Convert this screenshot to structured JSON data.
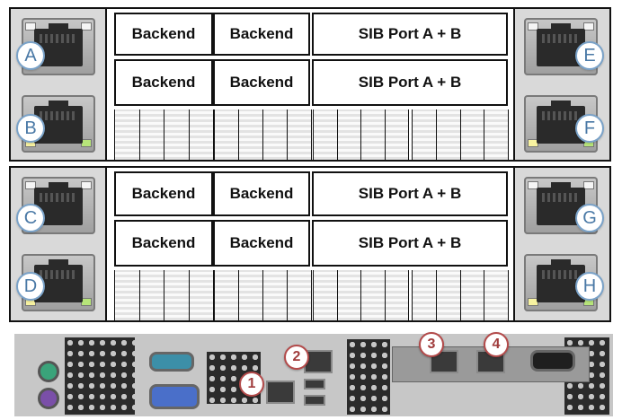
{
  "ports": {
    "left": [
      "A",
      "B",
      "C",
      "D"
    ],
    "right": [
      "E",
      "F",
      "G",
      "H"
    ]
  },
  "modules": {
    "top_row1": [
      "Backend",
      "Backend",
      "SIB Port A + B"
    ],
    "top_row2": [
      "Backend",
      "Backend",
      "SIB Port A + B"
    ],
    "bottom_row1": [
      "Backend",
      "Backend",
      "SIB Port A + B"
    ],
    "bottom_row2": [
      "Backend",
      "Backend",
      "SIB Port A + B"
    ]
  },
  "rear_callouts": [
    "1",
    "2",
    "3",
    "4"
  ],
  "colors": {
    "port_badge_border": "#7aa2c8",
    "port_badge_text": "#4a79a6",
    "callout_border": "#b34a4a",
    "callout_text": "#a03c3c",
    "ps2_green": "#3aa37a",
    "ps2_purple": "#7a4fa8",
    "serial_teal": "#3c8fa8",
    "vga_blue": "#4a6fc9"
  },
  "icons": {
    "network_port": "rj45-port-icon",
    "usb_port": "usb-port-icon",
    "serial_port": "serial-port-icon",
    "vga_port": "vga-port-icon",
    "ps2_port": "ps2-port-icon"
  }
}
